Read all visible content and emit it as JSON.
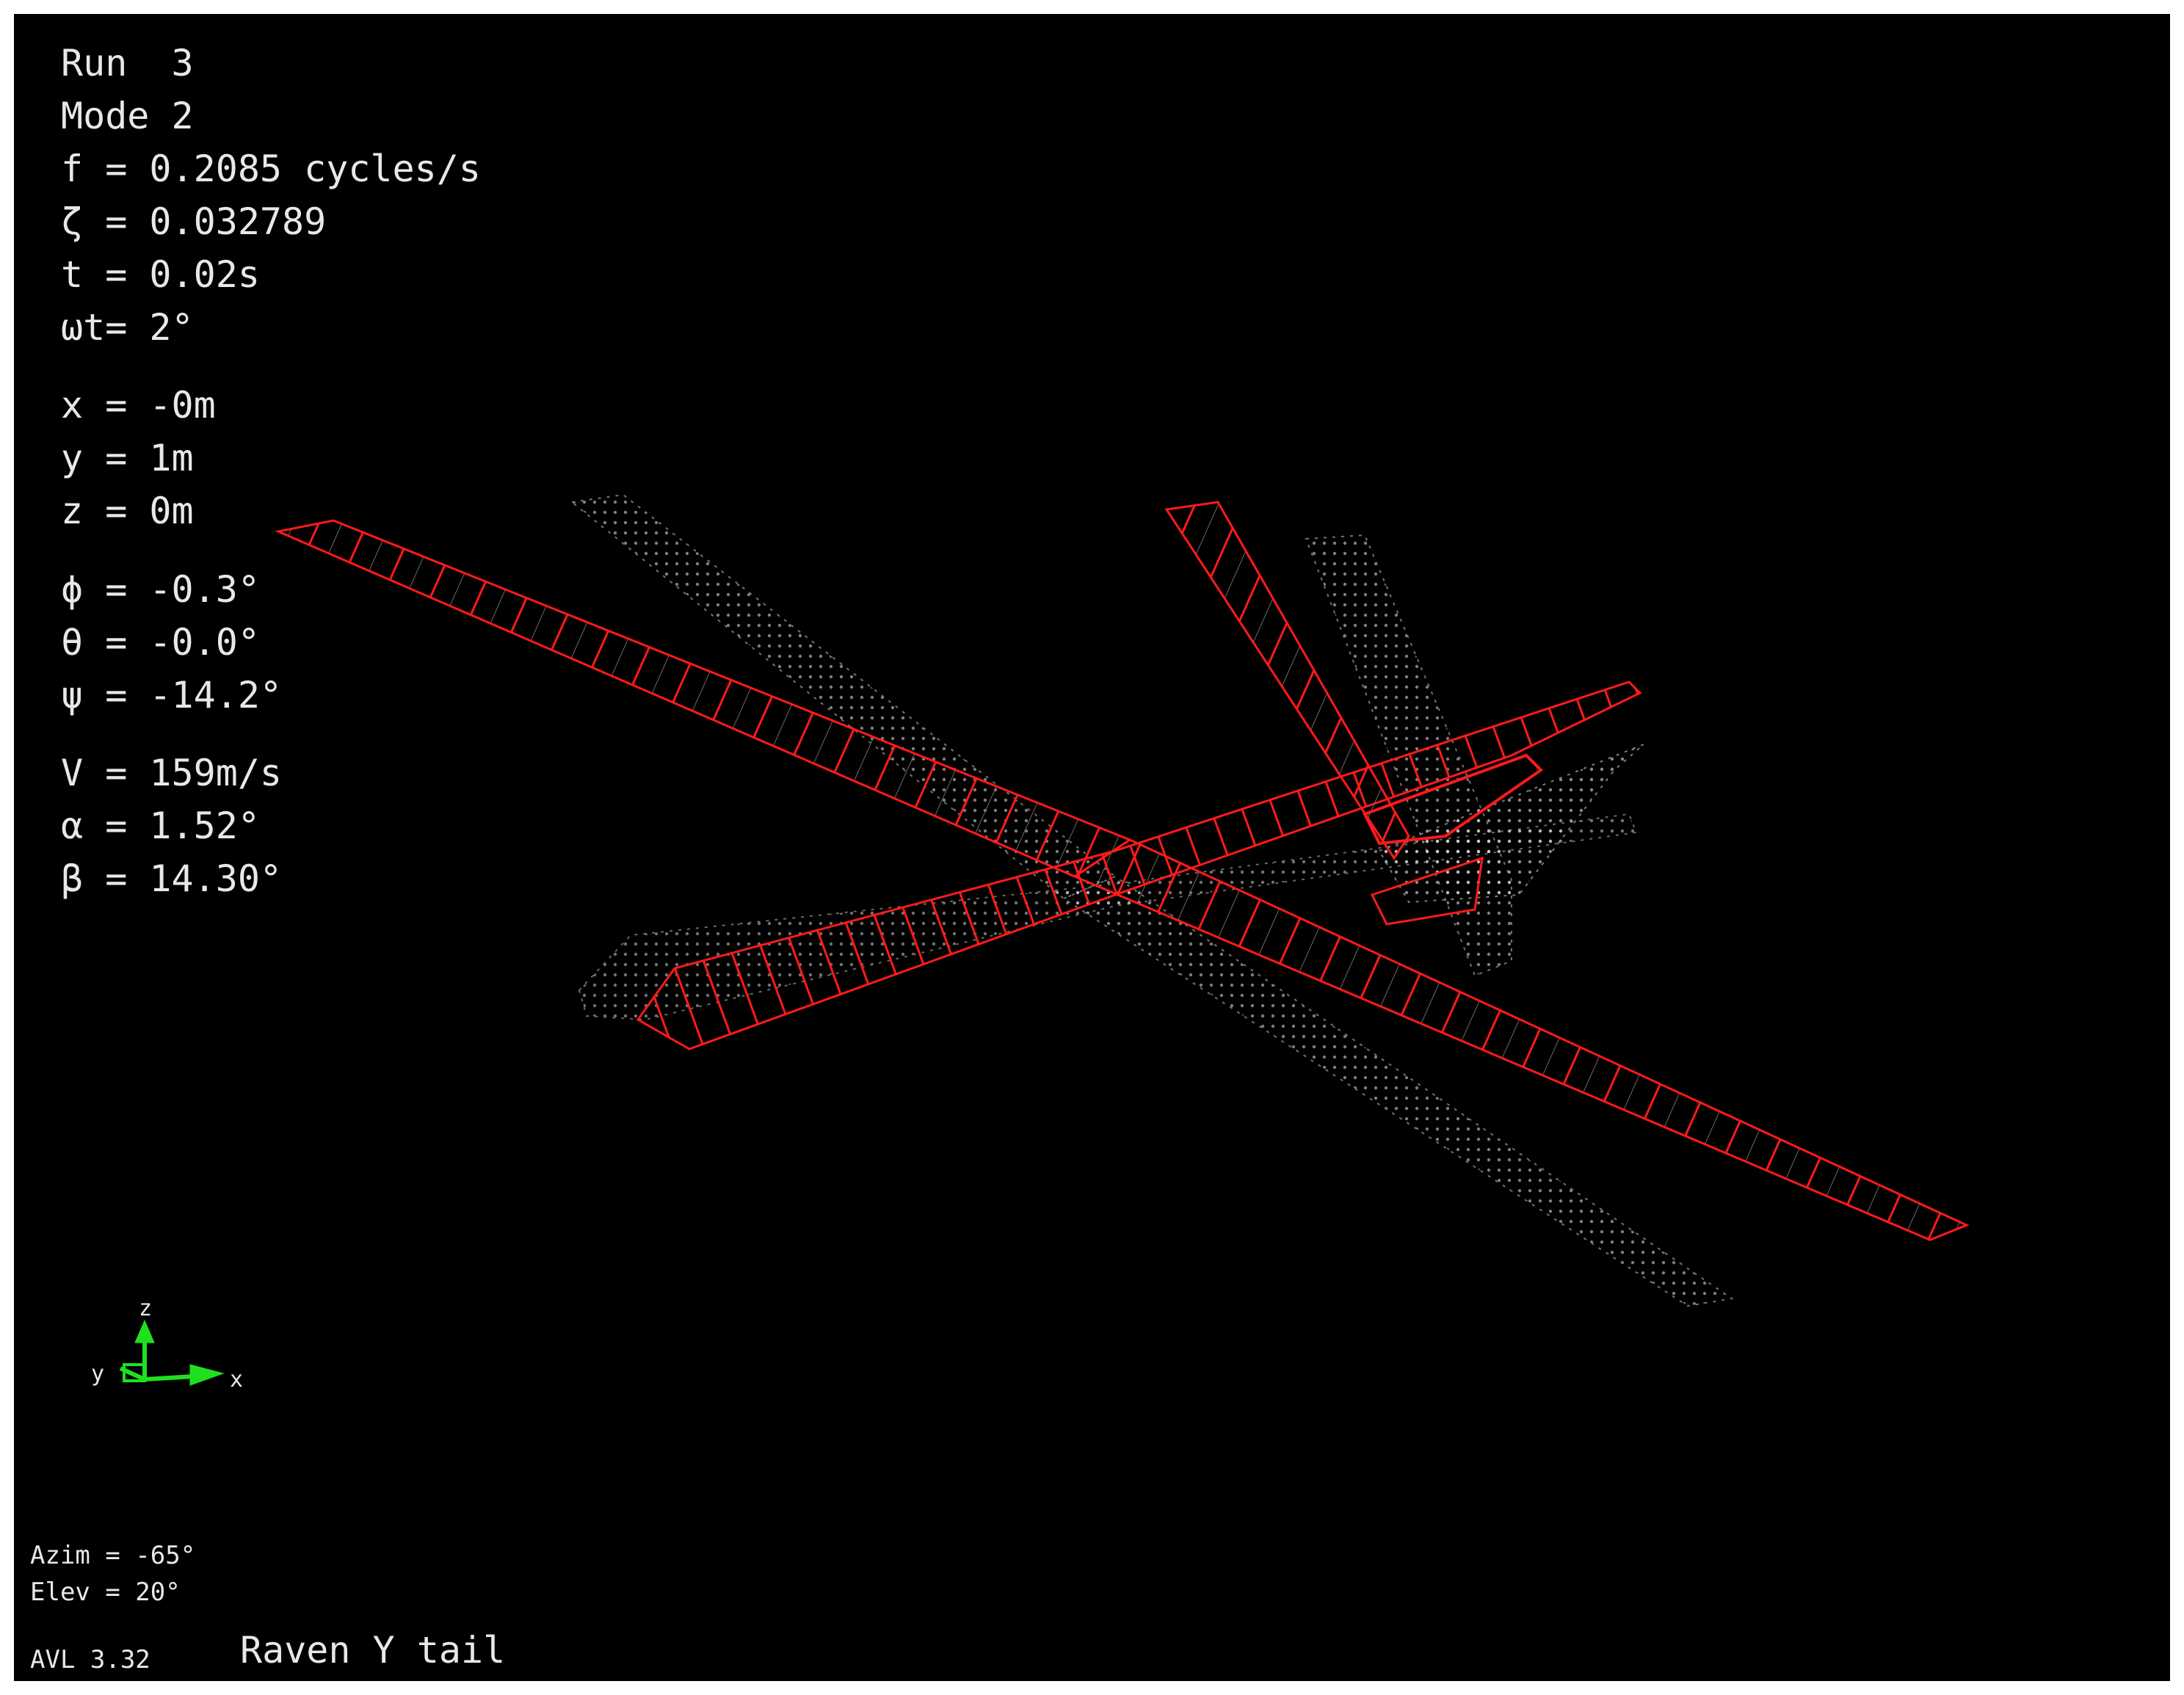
{
  "info": {
    "run": "Run  3",
    "mode": "Mode 2",
    "freq": "f = 0.2085 cycles/s",
    "damping": "ζ = 0.032789",
    "time": "t = 0.02s",
    "phase": "ωt= 2°",
    "x": "x = -0m",
    "y": "y = 1m",
    "z": "z = 0m",
    "phi": "ϕ = -0.3°",
    "theta": "θ = -0.0°",
    "psi": "ψ = -14.2°",
    "V": "V = 159m/s",
    "alpha": "α = 1.52°",
    "beta": "β = 14.30°"
  },
  "view": {
    "azimuth": "Azim = -65°",
    "elevation": "Elev = 20°"
  },
  "footer": {
    "version": "AVL 3.32",
    "case_title": "Raven Y tail"
  },
  "axes": {
    "z_label": "z",
    "x_label": "x",
    "y_label": "y"
  },
  "colors": {
    "background": "#000000",
    "deformed": "#ff1a1a",
    "reference": "#e6e6e6",
    "axes": "#1fe01f"
  }
}
